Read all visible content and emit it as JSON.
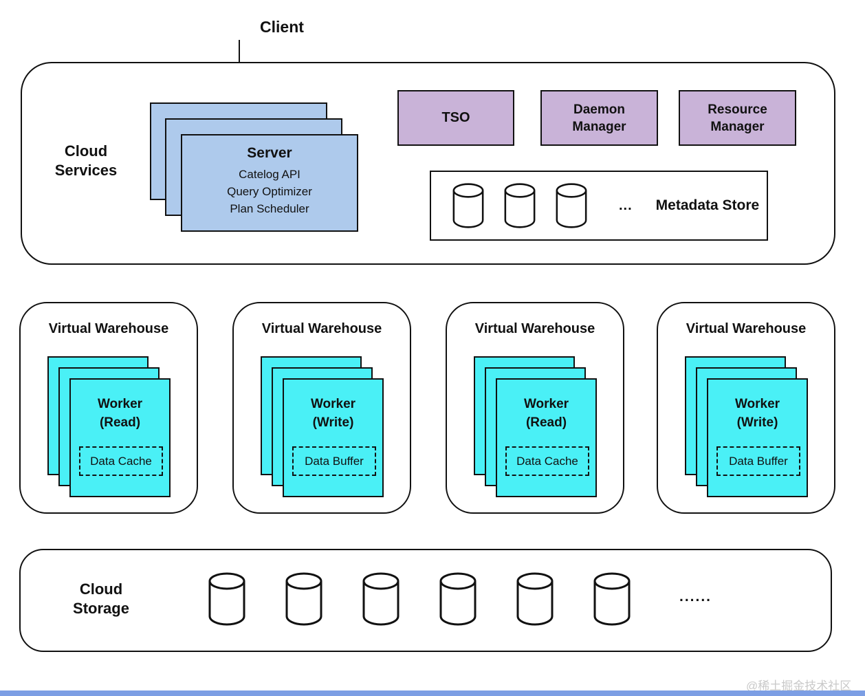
{
  "title": {
    "client": "Client"
  },
  "cloud_services": {
    "label": {
      "line1": "Cloud",
      "line2": "Services"
    },
    "server": {
      "title": "Server",
      "features": [
        "Catelog API",
        "Query Optimizer",
        "Plan Scheduler"
      ]
    },
    "tso": {
      "label": "TSO"
    },
    "daemon_manager": {
      "line1": "Daemon",
      "line2": "Manager"
    },
    "resource_manager": {
      "line1": "Resource",
      "line2": "Manager"
    },
    "metadata_store": {
      "ellipsis": "...",
      "label": "Metadata Store",
      "cylinder_count": 3
    }
  },
  "virtual_warehouses": [
    {
      "title": "Virtual Warehouse",
      "worker": {
        "line1": "Worker",
        "line2": "(Read)"
      },
      "cache": "Data Cache"
    },
    {
      "title": "Virtual Warehouse",
      "worker": {
        "line1": "Worker",
        "line2": "(Write)"
      },
      "cache": "Data Buffer"
    },
    {
      "title": "Virtual Warehouse",
      "worker": {
        "line1": "Worker",
        "line2": "(Read)"
      },
      "cache": "Data Cache"
    },
    {
      "title": "Virtual Warehouse",
      "worker": {
        "line1": "Worker",
        "line2": "(Write)"
      },
      "cache": "Data Buffer"
    }
  ],
  "cloud_storage": {
    "label": {
      "line1": "Cloud",
      "line2": "Storage"
    },
    "cylinder_count": 6,
    "ellipsis": "......"
  },
  "watermark": "@稀土掘金技术社区",
  "colors": {
    "server_blue": "#aecaec",
    "service_purple": "#c9b3d8",
    "worker_cyan": "#4af0f6",
    "footer_bar_blue": "#7c9ee4",
    "outline_black": "#111111",
    "watermark_gray": "#c9c9c9"
  }
}
